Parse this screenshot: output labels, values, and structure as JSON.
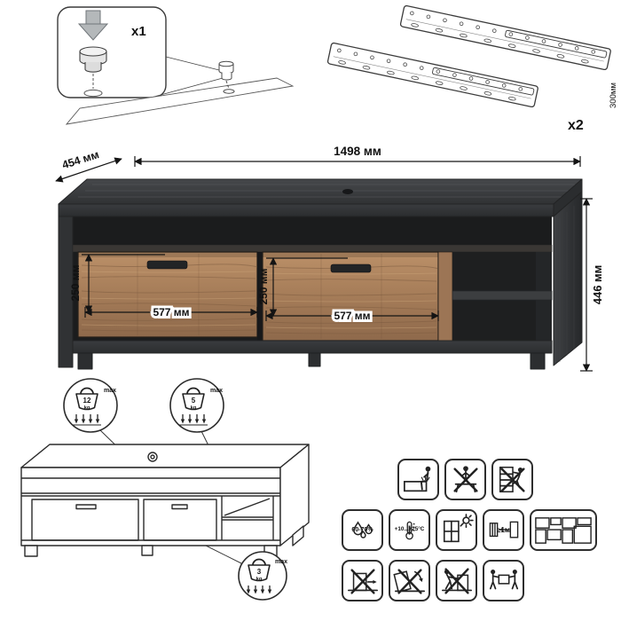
{
  "document": {
    "type": "furniture-assembly-instruction",
    "background": "#ffffff"
  },
  "hardware": {
    "foot": {
      "count_label": "x1"
    },
    "slides": {
      "count_label": "x2",
      "length_label": "300мм"
    }
  },
  "dimensions": {
    "width": "1498 мм",
    "depth": "454 мм",
    "height": "446 мм",
    "drawer_left_height": "250 мм",
    "drawer_left_width": "577 мм",
    "drawer_right_height": "250 мм",
    "drawer_right_width": "577 мм"
  },
  "load_limits": {
    "top_surface": {
      "value": "12",
      "unit": "kg",
      "note": "max"
    },
    "open_shelf": {
      "value": "5",
      "unit": "kg",
      "note": "max"
    },
    "drawer": {
      "value": "3",
      "unit": "kg",
      "note": "max"
    }
  },
  "conditions": {
    "humidity_range": "60-70%",
    "temperature_range": "+10...+25°C",
    "min_distance": "≥1м"
  },
  "care_icons": [
    "do-not-sit",
    "do-not-stand",
    "do-not-climb",
    "humidity",
    "temperature",
    "avoid-sunlight",
    "heat-distance",
    "wall-arrangement",
    "do-not-drag",
    "do-not-tilt",
    "do-not-push",
    "carry-with-two-people"
  ],
  "colors": {
    "dark_wood": "#333538",
    "rustic_wood": "#a87f5c",
    "dimension_line": "#141414",
    "outline": "#2e2e2e"
  }
}
